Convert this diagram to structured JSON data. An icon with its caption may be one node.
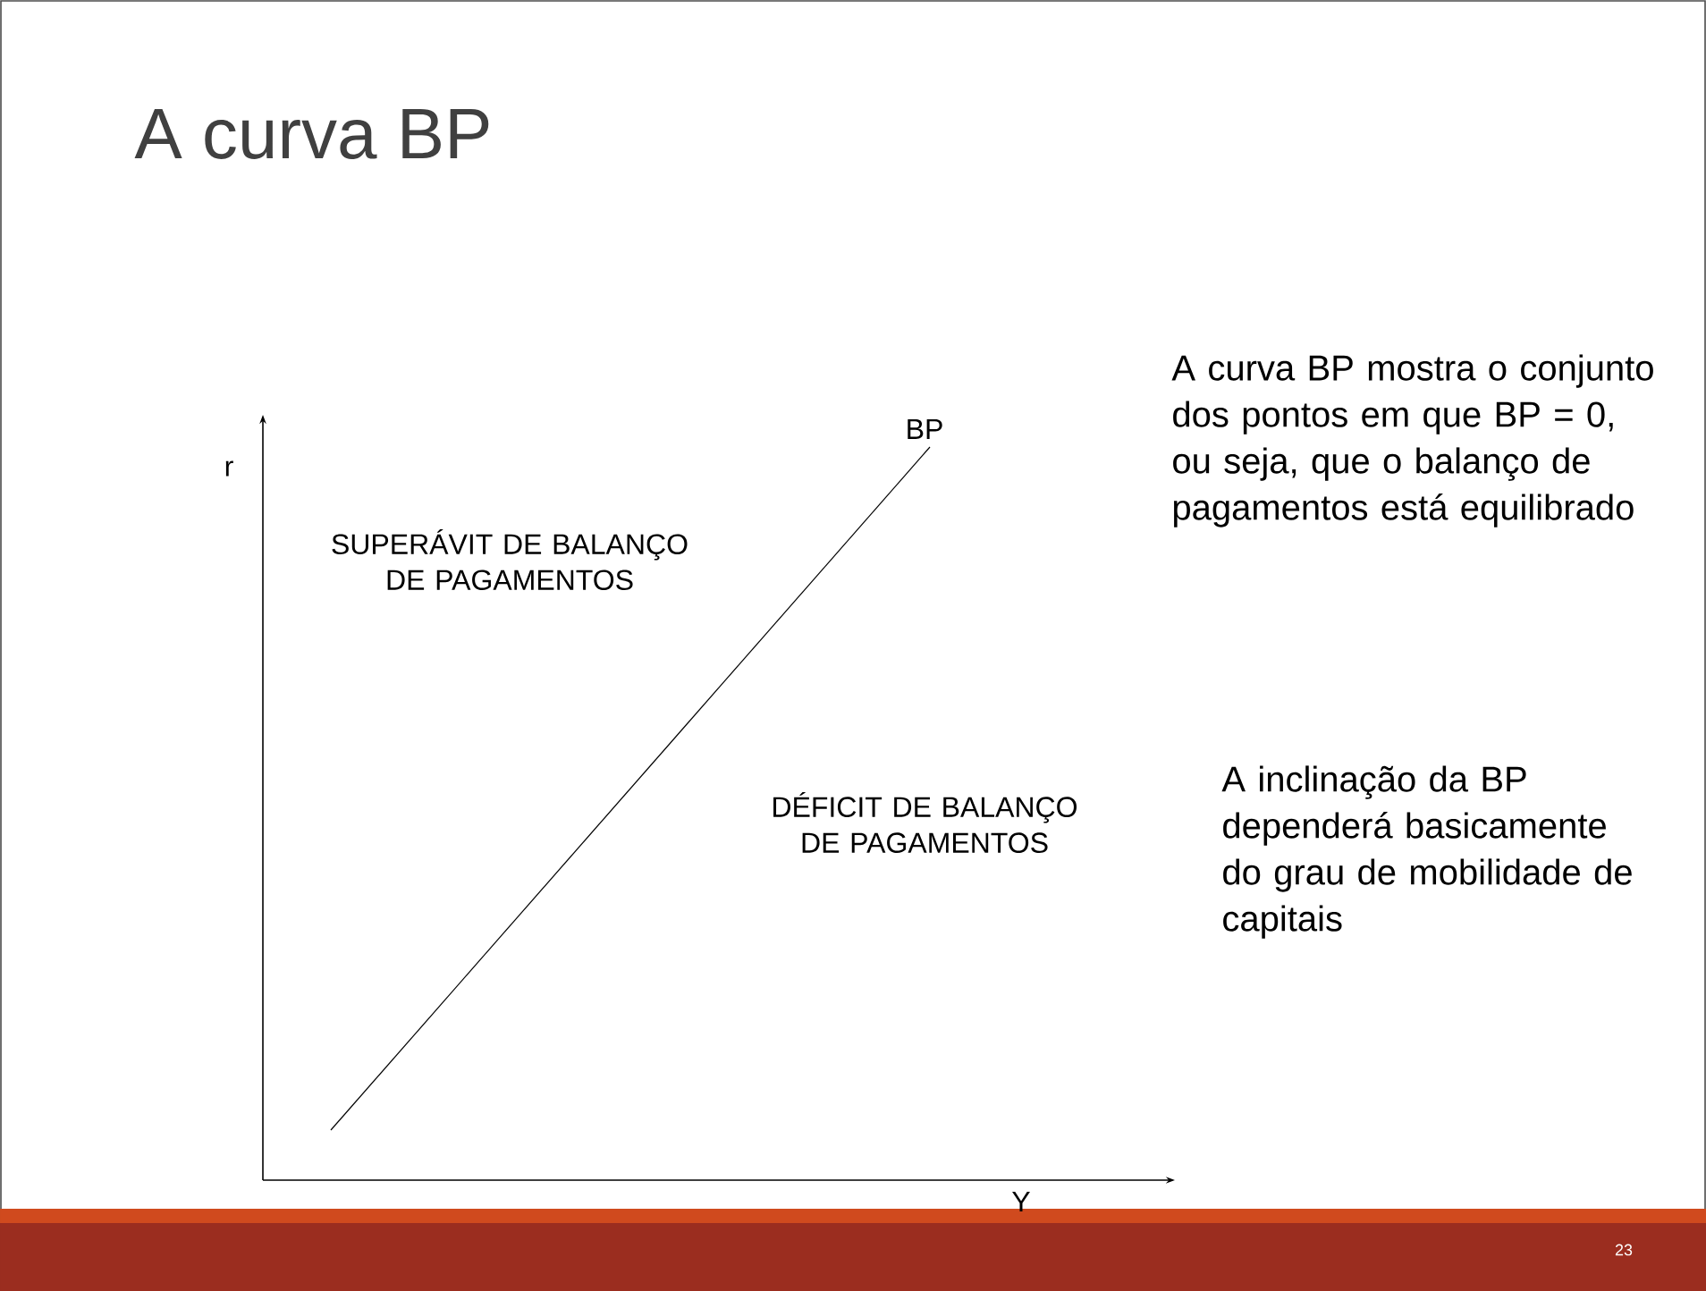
{
  "diagram": {
    "title": "A curva BP",
    "labels": [
      "r",
      "BP",
      "SUPERÁVIT DE BALANÇO DE PAGAMENTOS",
      "DÉFICIT DE BALANÇO DE PAGAMENTOS",
      "A curva BP mostra o conjunto dos pontos em que BP = 0, ou seja, que o balanço de pagamentos está equilibrado",
      "A inclinação da BP dependerá basicamente do grau de mobilidade de capitais",
      "Y",
      "23"
    ]
  }
}
